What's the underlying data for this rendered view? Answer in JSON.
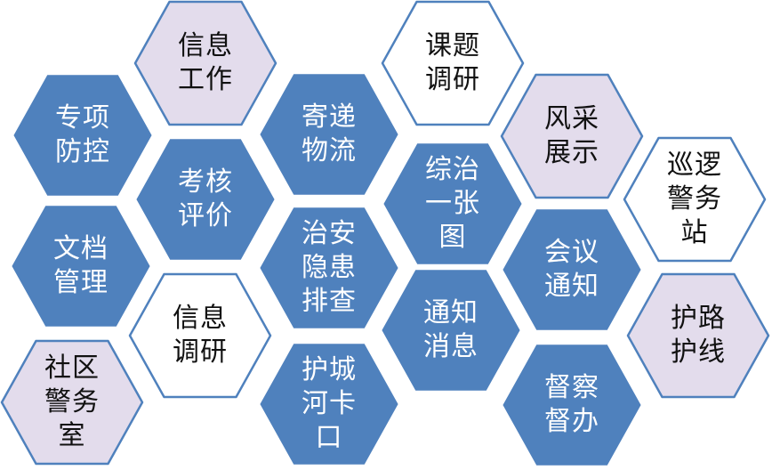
{
  "colors": {
    "blue_fill": "#4f81bd",
    "blue_stroke": "#ffffff",
    "lavender_fill": "#e3dcec",
    "lavender_stroke": "#4f81bd",
    "white_fill": "#ffffff",
    "white_stroke": "#4f81bd"
  },
  "tiles": [
    {
      "id": "info-work",
      "label": "信息\n工作",
      "style": "lavender"
    },
    {
      "id": "special-prevention",
      "label": "专项\n防控",
      "style": "blue"
    },
    {
      "id": "delivery-logistics",
      "label": "寄递\n物流",
      "style": "blue"
    },
    {
      "id": "topic-research",
      "label": "课题\n调研",
      "style": "white"
    },
    {
      "id": "style-showcase",
      "label": "风采\n展示",
      "style": "lavender"
    },
    {
      "id": "assessment",
      "label": "考核\n评价",
      "style": "blue"
    },
    {
      "id": "comprehensive-map",
      "label": "综治\n一张\n图",
      "style": "blue"
    },
    {
      "id": "patrol-station",
      "label": "巡逻\n警务\n站",
      "style": "white"
    },
    {
      "id": "document-management",
      "label": "文档\n管理",
      "style": "blue"
    },
    {
      "id": "security-hazard-check",
      "label": "治安\n隐患\n排查",
      "style": "blue"
    },
    {
      "id": "meeting-notice",
      "label": "会议\n通知",
      "style": "blue"
    },
    {
      "id": "info-research",
      "label": "信息\n调研",
      "style": "white"
    },
    {
      "id": "notification-messages",
      "label": "通知\n消息",
      "style": "blue"
    },
    {
      "id": "road-line-protection",
      "label": "护路\n护线",
      "style": "lavender"
    },
    {
      "id": "community-police-office",
      "label": "社区\n警务\n室",
      "style": "lavender"
    },
    {
      "id": "moat-checkpoint",
      "label": "护城\n河卡\n口",
      "style": "blue"
    },
    {
      "id": "supervision",
      "label": "督察\n督办",
      "style": "blue"
    }
  ]
}
